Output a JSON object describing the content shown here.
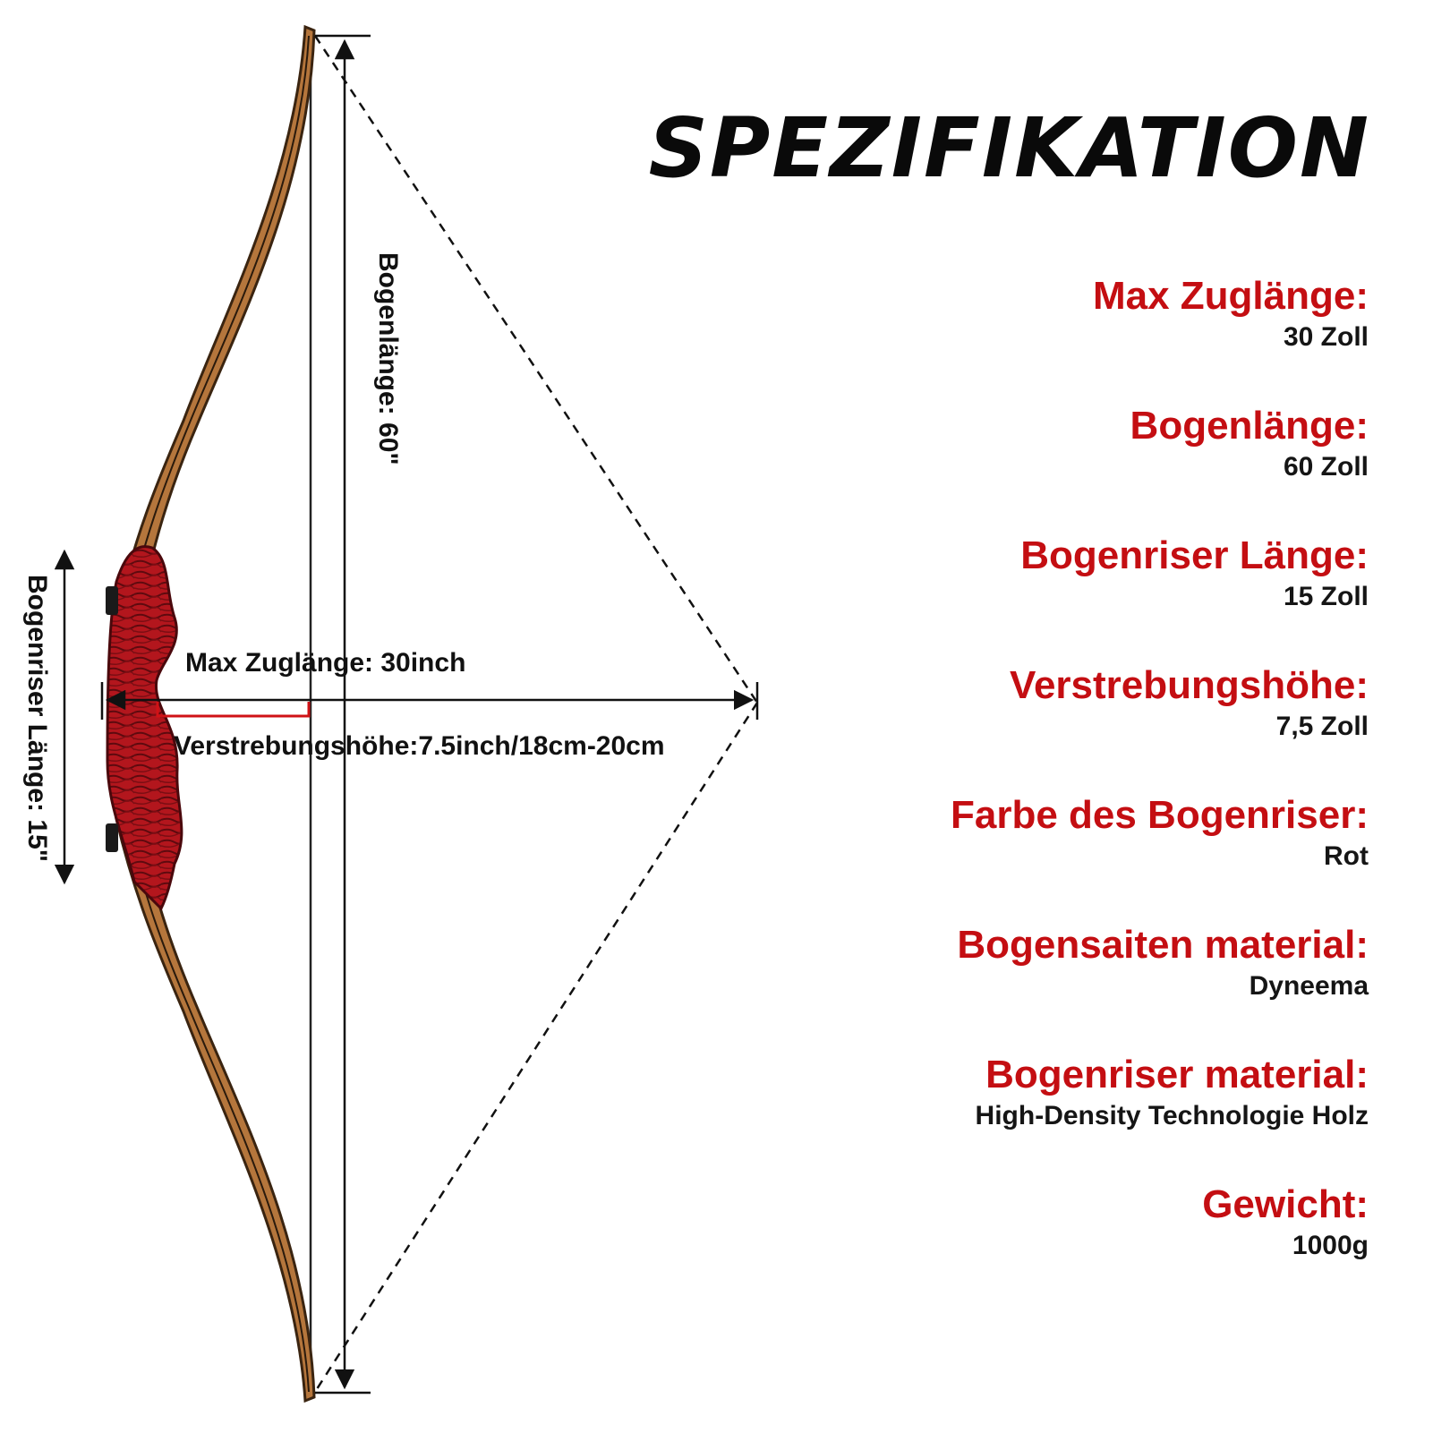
{
  "title": "SPEZIFIKATION",
  "colors": {
    "label_red": "#c40e12",
    "text_dark": "#151515",
    "riser_red": "#a8141c",
    "limb_wood": "#b5763c",
    "background": "#ffffff"
  },
  "diagram": {
    "bow_length_label": "Bogenlänge: 60\"",
    "riser_length_label": "Bogenriser Länge: 15\"",
    "draw_length_label": "Max Zuglänge: 30inch",
    "brace_height_label": "Verstrebungshöhe:7.5inch/18cm-20cm"
  },
  "specs": [
    {
      "label": "Max Zuglänge:",
      "value": "30 Zoll"
    },
    {
      "label": "Bogenlänge:",
      "value": "60 Zoll"
    },
    {
      "label": "Bogenriser Länge:",
      "value": "15 Zoll"
    },
    {
      "label": "Verstrebungshöhe:",
      "value": "7,5 Zoll"
    },
    {
      "label": "Farbe des Bogenriser:",
      "value": "Rot"
    },
    {
      "label": "Bogensaiten material:",
      "value": "Dyneema"
    },
    {
      "label": "Bogenriser material:",
      "value": "High-Density Technologie Holz"
    },
    {
      "label": "Gewicht:",
      "value": "1000g"
    }
  ]
}
